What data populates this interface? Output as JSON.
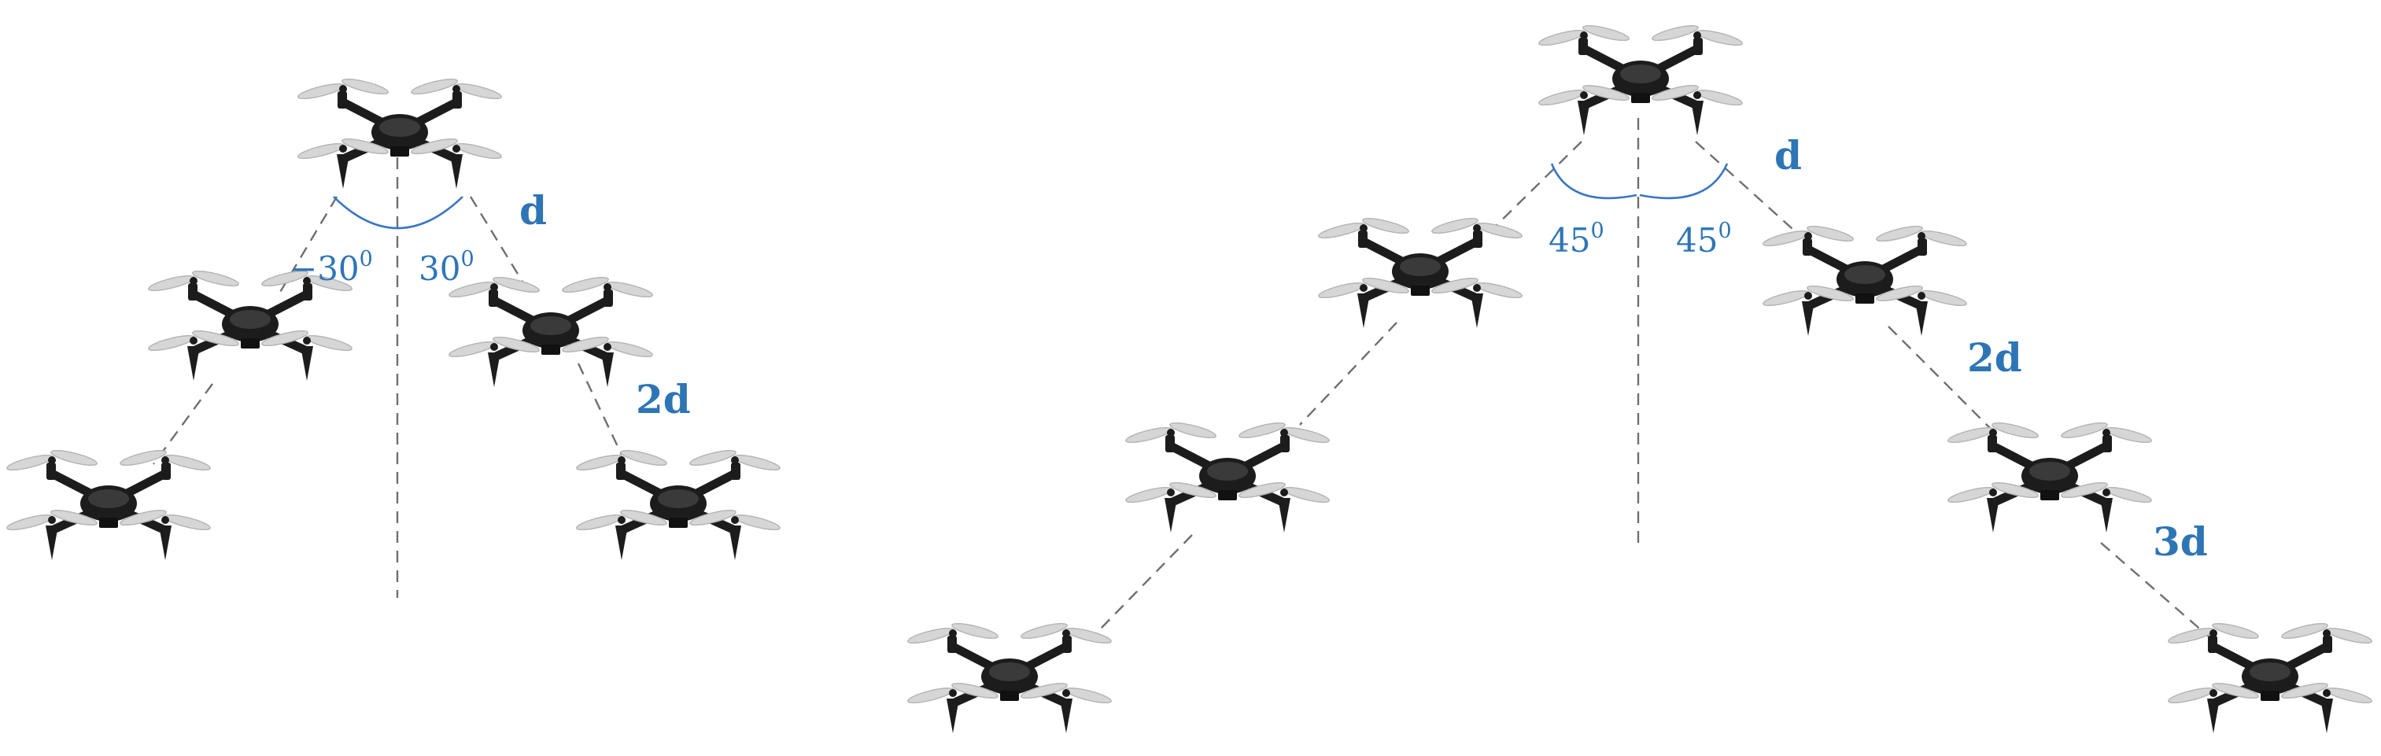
{
  "colors": {
    "label": "#2e75b6",
    "arc": "#3a76c4",
    "dashed_line": "#6f6f6f",
    "drone_body": "#1c1c1c",
    "propeller": "#d6d6d6"
  },
  "left_formation": {
    "spacing_1_label": "d",
    "spacing_2_label": "2d",
    "angle_left": {
      "value": "−30",
      "unit": "0"
    },
    "angle_right": {
      "value": "30",
      "unit": "0"
    },
    "drone_count": 5
  },
  "right_formation": {
    "spacing_1_label": "d",
    "spacing_2_label": "2d",
    "spacing_3_label": "3d",
    "angle_left": {
      "value": "45",
      "unit": "0"
    },
    "angle_right": {
      "value": "45",
      "unit": "0"
    },
    "drone_count": 7
  }
}
